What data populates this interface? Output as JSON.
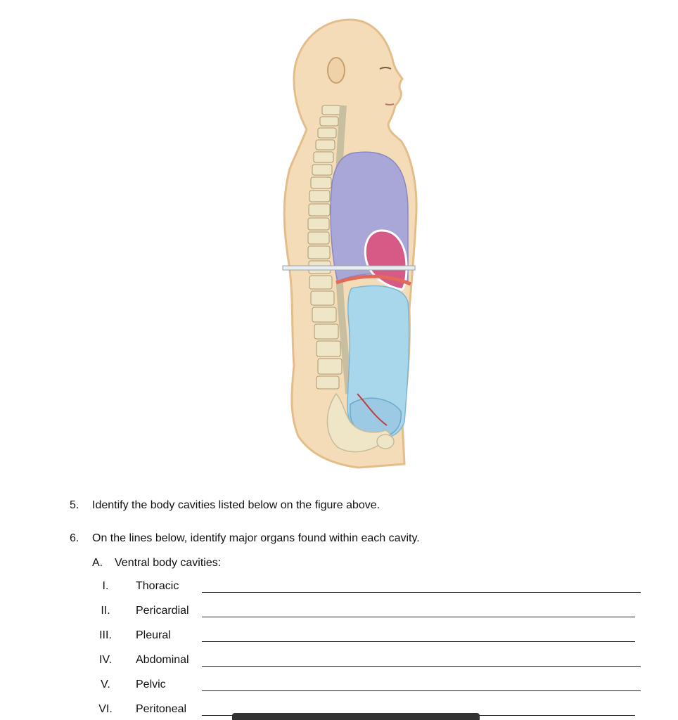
{
  "questions": [
    {
      "number": "5.",
      "text": "Identify the body cavities listed below on the figure above."
    },
    {
      "number": "6.",
      "text": "On the lines below, identify major organs found within each cavity."
    }
  ],
  "section_a": {
    "letter": "A.",
    "title": "Ventral body cavities:"
  },
  "cavities": [
    {
      "roman": "I.",
      "name": "Thoracic"
    },
    {
      "roman": "II.",
      "name": "Pericardial"
    },
    {
      "roman": "III.",
      "name": "Pleural"
    },
    {
      "roman": "IV.",
      "name": "Abdominal"
    },
    {
      "roman": "V.",
      "name": "Pelvic"
    },
    {
      "roman": "VI.",
      "name": "Peritoneal"
    }
  ],
  "colors": {
    "skin": "#f4dcb8",
    "skin_edge": "#e3bd8a",
    "thoracic_cavity": "#a9a6d8",
    "pericardial": "#d65a86",
    "abdominal_cavity": "#a8d6ea",
    "pelvic_cavity": "#9ccae4",
    "bone": "#efe6c8",
    "diaphragm": "#e36a5a"
  }
}
